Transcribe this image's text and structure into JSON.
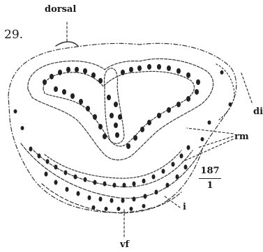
{
  "figure": {
    "number": "29.",
    "labels": {
      "dorsal": "dorsal",
      "di": "di",
      "rm": "rm",
      "i": "i",
      "vf": "vf"
    },
    "magnification": {
      "numerator": "187",
      "denominator": "1"
    }
  }
}
